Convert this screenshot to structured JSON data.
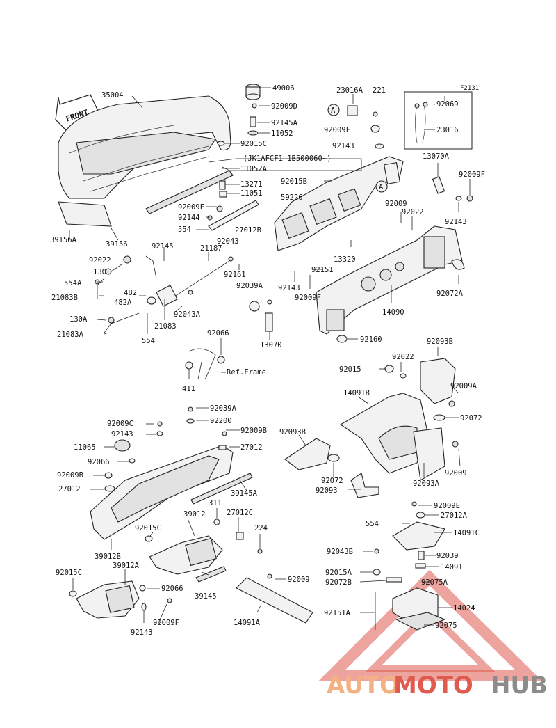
{
  "figure_code": "F2131",
  "front_label": "FRONT",
  "note_text": "(JK1AFCF1 1B500060~)",
  "ref_frame": "Ref.Frame",
  "circle_ref": "A",
  "watermark": {
    "part1": "AUTO",
    "part2": "MOTO",
    "part3": "HUB",
    "color1": "#f4b183",
    "color2": "#e05a4e",
    "color3": "#8c8c8c"
  },
  "labels": {
    "l35004": "35004",
    "l49006": "49006",
    "l92009D": "92009D",
    "l92145A": "92145A",
    "l11052": "11052",
    "l92015C_top": "92015C",
    "l11052A": "11052A",
    "l13271": "13271",
    "l11051": "11051",
    "l92009F_a": "92009F",
    "l92144": "92144",
    "l554_a": "554",
    "l27012B": "27012B",
    "l92043": "92043",
    "l39156A": "39156A",
    "l39156": "39156",
    "l23016A": "23016A",
    "l221": "221",
    "l92009F_b": "92009F",
    "l92143_a": "92143",
    "l92069": "92069",
    "l23016": "23016",
    "l13070A": "13070A",
    "l92009F_c": "92009F",
    "l92015B": "92015B",
    "l59226": "59226",
    "l92143_b": "92143",
    "l92009_a": "92009",
    "l92022_a": "92022",
    "l13320": "13320",
    "l92151": "92151",
    "l92143_c": "92143",
    "l92009F_d": "92009F",
    "l92072A": "92072A",
    "l14090": "14090",
    "l92160": "92160",
    "l92145": "92145",
    "l21187": "21187",
    "l92022_b": "92022",
    "l130": "130",
    "l554A": "554A",
    "l21083B": "21083B",
    "l482": "482",
    "l482A": "482A",
    "l92161": "92161",
    "l92039A": "92039A",
    "l92043A": "92043A",
    "l21083": "21083",
    "l13070": "13070",
    "l130A": "130A",
    "l21083A": "21083A",
    "l554_b": "554",
    "l92066_a": "92066",
    "l411": "411",
    "l92015": "92015",
    "l92022_c": "92022",
    "l92093B": "92093B",
    "l92009A": "92009A",
    "l14091B": "14091B",
    "l92072": "92072",
    "l92093B_b": "92093B",
    "l92009_b": "92009",
    "l92072_b": "92072",
    "l92093": "92093",
    "l92093A": "92093A",
    "l92039A_b": "92039A",
    "l92200": "92200",
    "l92009C": "92009C",
    "l92143_d": "92143",
    "l92009B_a": "92009B",
    "l27012": "27012",
    "l11065": "11065",
    "l92066_b": "92066",
    "l92009B_b": "92009B",
    "l27012_b": "27012",
    "l39145A": "39145A",
    "l311": "311",
    "l27012C": "27012C",
    "l39012": "39012",
    "l92015C_b": "92015C",
    "l224": "224",
    "l39012B": "39012B",
    "l39012A": "39012A",
    "l92015C_c": "92015C",
    "l92066_c": "92066",
    "l39145": "39145",
    "l92009F_e": "92009F",
    "l92143_e": "92143",
    "l92009_c": "92009",
    "l14091A": "14091A",
    "l92009E": "92009E",
    "l27012A": "27012A",
    "l554_c": "554",
    "l14091C": "14091C",
    "l92043B": "92043B",
    "l92039": "92039",
    "l14091": "14091",
    "l92015A": "92015A",
    "l92072B": "92072B",
    "l92075A": "92075A",
    "l92151A": "92151A",
    "l14024": "14024",
    "l92075": "92075"
  }
}
